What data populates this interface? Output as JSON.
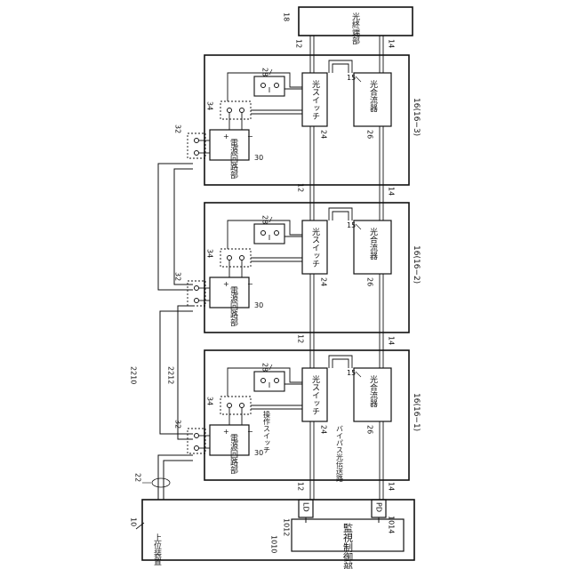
{
  "labels": {
    "host": "上位装置",
    "host_ref": "10",
    "monitor": "監視制御部",
    "monitor_ref": "1010",
    "ld": "LD",
    "ld_ref": "1012",
    "pd": "PD",
    "pd_ref": "1014",
    "far_end": "光終端部",
    "far_end_ref": "18",
    "ref_12": "12",
    "ref_14": "14",
    "ref_15": "15",
    "ref_22": "22",
    "ref_2210": "2210",
    "ref_2212": "2212",
    "ref_24": "24",
    "ref_26": "26",
    "ref_28": "28",
    "ref_30": "30",
    "ref_32": "32",
    "ref_34": "34",
    "optical_switch": "光スイッチ",
    "optical_combiner": "光合流器",
    "power_circuit": "電源回路部",
    "bypass_path": "バイパス光伝送路",
    "operation_switch": "操作スイッチ",
    "plus": "+",
    "minus": "−",
    "node1": "16(16−1)",
    "node2": "16(16−2)",
    "node3": "16(16−3)"
  }
}
